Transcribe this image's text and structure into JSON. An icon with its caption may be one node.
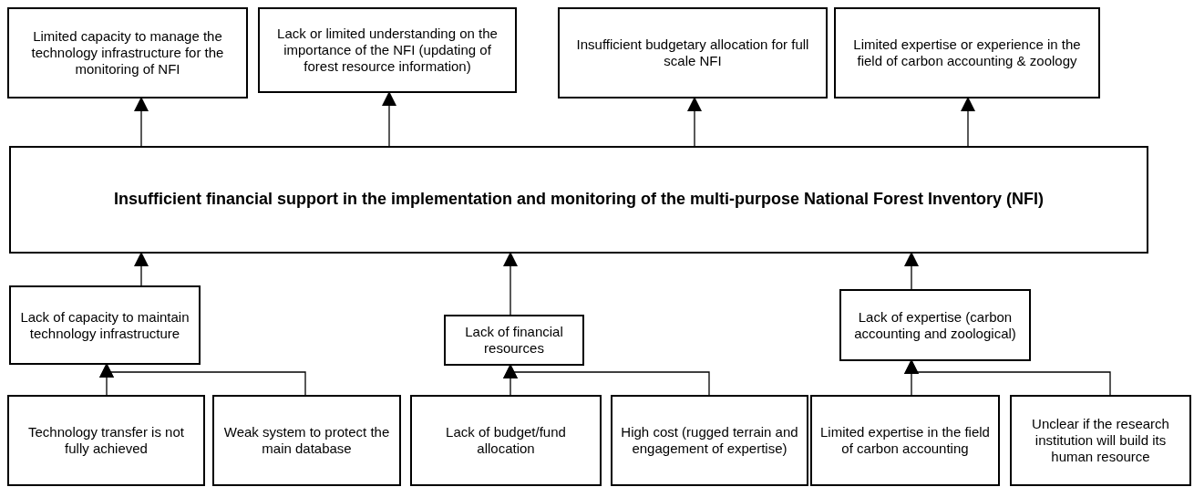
{
  "diagram": {
    "nodes": [
      {
        "text": [
          "Limited capacity to manage the technology infrastructure for the monitoring of NFI"
        ]
      },
      {
        "text": [
          "Lack or limited understanding on the importance of the NFI (updating of forest resource information)"
        ]
      },
      {
        "text": [
          "Insufficient budgetary allocation for full scale NFI"
        ]
      },
      {
        "text": [
          "Limited expertise or experience in the field of carbon accounting & zoology"
        ]
      },
      {
        "text": [
          "Insufficient financial support in the implementation and monitoring of the multi-purpose National Forest Inventory (NFI)"
        ]
      },
      {
        "text": [
          "Lack of capacity to maintain technology infrastructure"
        ]
      },
      {
        "text": [
          "Lack of financial resources"
        ]
      },
      {
        "text": [
          "Lack of expertise (carbon accounting and zoological)"
        ]
      },
      {
        "text": [
          "Technology transfer is not fully achieved"
        ]
      },
      {
        "text": [
          "Weak system to protect the main database"
        ]
      },
      {
        "text": [
          "Lack of budget/fund allocation"
        ]
      },
      {
        "text": [
          "High cost (rugged terrain and engagement of expertise)"
        ]
      },
      {
        "text": [
          "Limited expertise in the field of carbon accounting"
        ]
      },
      {
        "text": [
          "Unclear if the research institution will build its human resource"
        ]
      }
    ],
    "edges": [
      {
        "from": 4,
        "to": 0,
        "arrow": "to"
      },
      {
        "from": 4,
        "to": 1,
        "arrow": "to"
      },
      {
        "from": 4,
        "to": 2,
        "arrow": "to"
      },
      {
        "from": 4,
        "to": 3,
        "arrow": "to"
      },
      {
        "from": 5,
        "to": 4,
        "arrow": "to"
      },
      {
        "from": 6,
        "to": 4,
        "arrow": "to"
      },
      {
        "from": 7,
        "to": 4,
        "arrow": "to"
      },
      {
        "from": 8,
        "to": 5,
        "arrow": "to"
      },
      {
        "from": 9,
        "to": 5,
        "arrow": "to"
      },
      {
        "from": 10,
        "to": 6,
        "arrow": "to"
      },
      {
        "from": 11,
        "to": 6,
        "arrow": "to"
      },
      {
        "from": 12,
        "to": 7,
        "arrow": "to"
      },
      {
        "from": 13,
        "to": 7,
        "arrow": "to"
      }
    ]
  }
}
